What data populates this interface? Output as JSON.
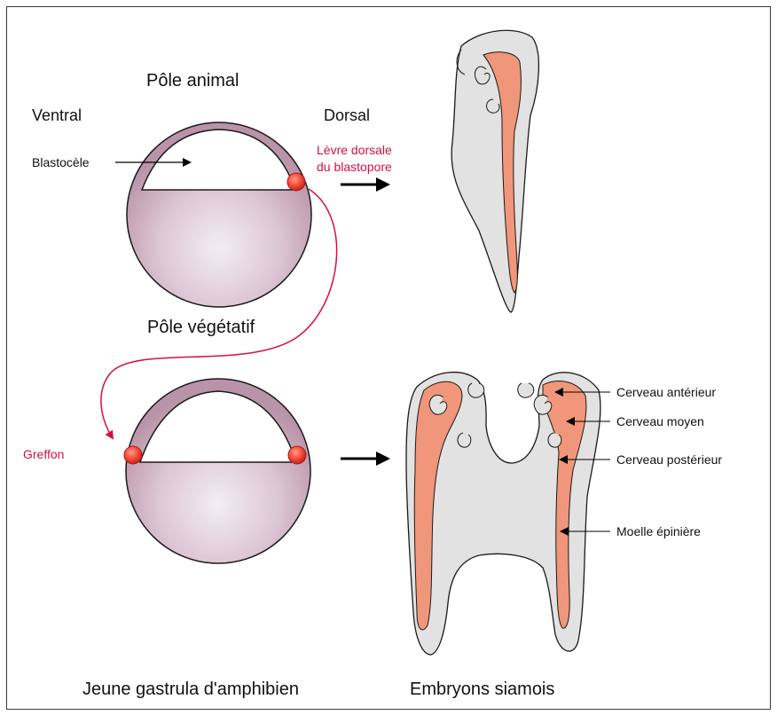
{
  "colors": {
    "accent": "#d6103d",
    "neural_tube": "#f0967a",
    "embryo_fill": "#e1e1e1",
    "sphere": "#c8a2b4",
    "cap": "#ff4a3c"
  },
  "labels": {
    "animal_pole": "Pôle animal",
    "ventral": "Ventral",
    "dorsal": "Dorsal",
    "blastocoel": "Blastocèle",
    "dorsal_lip_line1": "Lèvre dorsale",
    "dorsal_lip_line2": "du blastopore",
    "vegetal_pole": "Pôle végétatif",
    "graft": "Greffon",
    "forebrain": "Cerveau antérieur",
    "midbrain": "Cerveau moyen",
    "hindbrain": "Cerveau postérieur",
    "spinal_cord": "Moelle épinière",
    "caption_left": "Jeune gastrula d'amphibien",
    "caption_right": "Embryons siamois"
  }
}
